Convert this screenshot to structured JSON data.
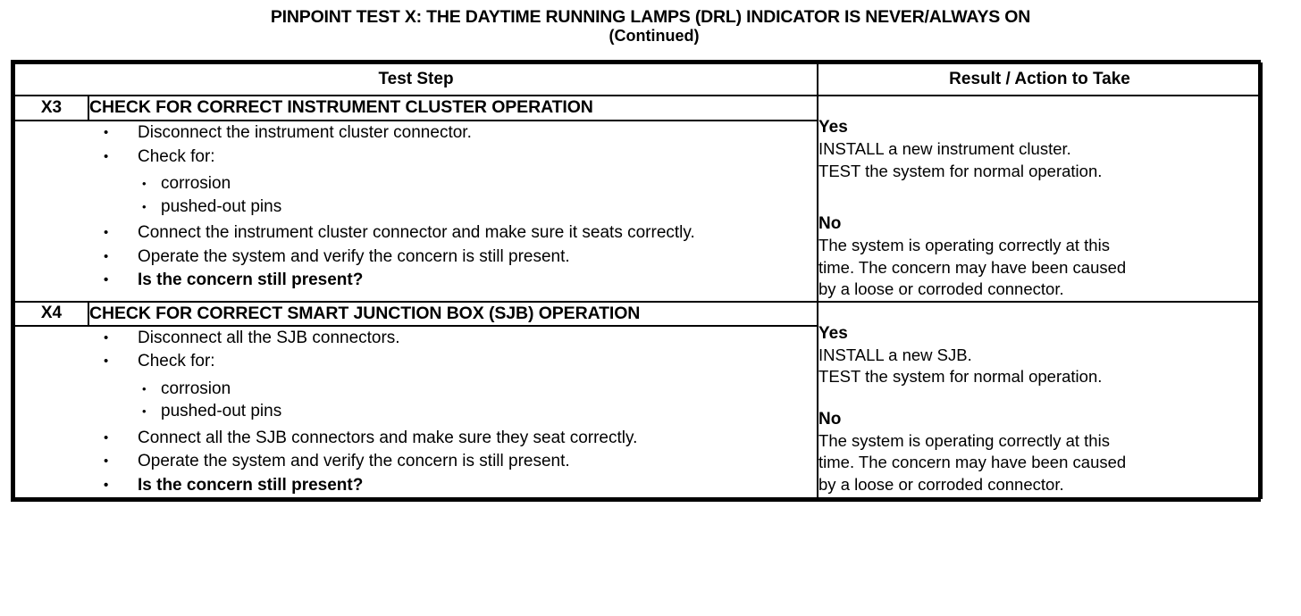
{
  "document": {
    "title_line1": "PINPOINT TEST X: THE DAYTIME RUNNING LAMPS (DRL) INDICATOR IS NEVER/ALWAYS ON",
    "title_line2": "(Continued)"
  },
  "table": {
    "headers": {
      "step_number": "",
      "test_step": "Test Step",
      "result_action": "Result / Action to Take"
    },
    "rows": [
      {
        "id": "X3",
        "heading": "CHECK FOR CORRECT INSTRUMENT CLUSTER OPERATION",
        "bullets": [
          {
            "text": "Disconnect the instrument cluster connector.",
            "bold": false
          },
          {
            "text": "Check for:",
            "bold": false
          },
          {
            "sub": [
              "corrosion",
              "pushed-out pins"
            ]
          },
          {
            "text": "Connect the instrument cluster connector and make sure it seats correctly.",
            "bold": false
          },
          {
            "text": "Operate the system and verify the concern is still present.",
            "bold": false
          },
          {
            "text": "Is the concern still present?",
            "bold": true
          }
        ],
        "result": {
          "yes_label": "Yes",
          "yes_lines": [
            "INSTALL a new instrument cluster.",
            "TEST the system for normal operation."
          ],
          "no_label": "No",
          "no_lines": [
            "The system is operating correctly at this",
            "time. The concern may have been caused",
            "by a loose or corroded connector."
          ]
        }
      },
      {
        "id": "X4",
        "heading": "CHECK FOR CORRECT SMART JUNCTION BOX (SJB) OPERATION",
        "bullets": [
          {
            "text": "Disconnect all the SJB connectors.",
            "bold": false
          },
          {
            "text": "Check for:",
            "bold": false
          },
          {
            "sub": [
              "corrosion",
              "pushed-out pins"
            ]
          },
          {
            "text": "Connect all the SJB connectors and make sure they seat correctly.",
            "bold": false
          },
          {
            "text": "Operate the system and verify the concern is still present.",
            "bold": false
          },
          {
            "text": "Is the concern still present?",
            "bold": true
          }
        ],
        "result": {
          "yes_label": "Yes",
          "yes_lines": [
            "INSTALL a new SJB.",
            "TEST the system for normal operation."
          ],
          "no_label": "No",
          "no_lines": [
            "The system is operating correctly at this",
            "time. The concern may have been caused",
            "by a loose or corroded connector."
          ]
        }
      }
    ]
  },
  "glyphs": {
    "bullet_level1": "•",
    "bullet_level2": "•"
  },
  "colors": {
    "ink": "#000000",
    "paper": "#ffffff"
  }
}
